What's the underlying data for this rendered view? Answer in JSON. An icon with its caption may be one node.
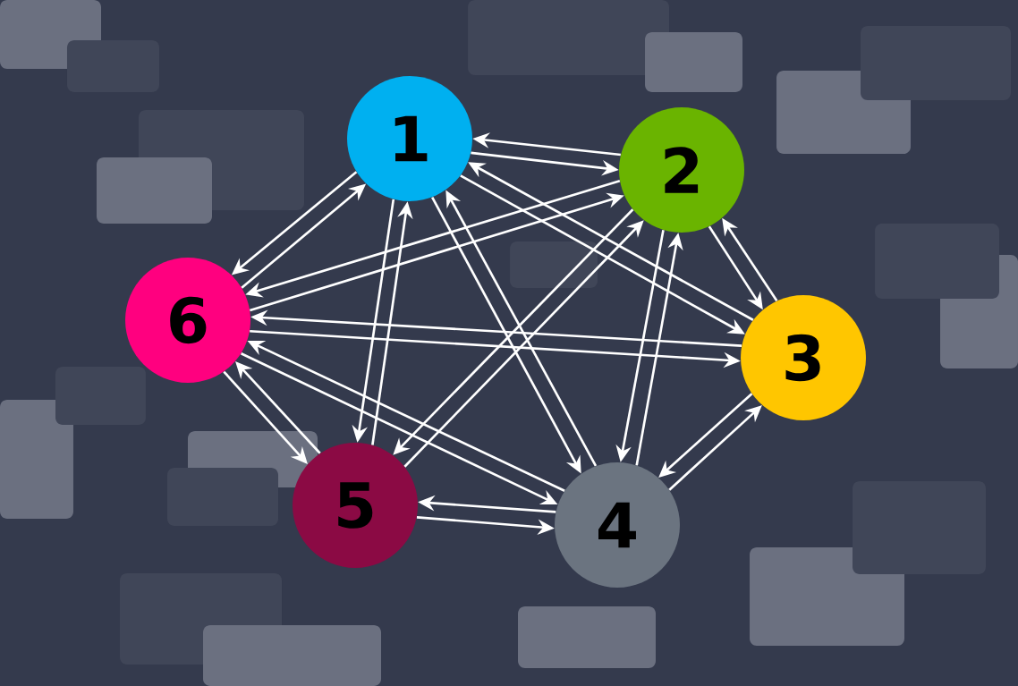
{
  "diagram": {
    "nodes": [
      {
        "text": [
          "1"
        ]
      },
      {
        "text": [
          "2"
        ]
      },
      {
        "text": [
          "3"
        ]
      },
      {
        "text": [
          "4"
        ]
      },
      {
        "text": [
          "5"
        ]
      },
      {
        "text": [
          "6"
        ]
      }
    ],
    "edges": [
      {
        "from": 0,
        "to": 1,
        "arrow": "to"
      },
      {
        "from": 1,
        "to": 0,
        "arrow": "to"
      },
      {
        "from": 0,
        "to": 2,
        "arrow": "to"
      },
      {
        "from": 2,
        "to": 0,
        "arrow": "to"
      },
      {
        "from": 0,
        "to": 3,
        "arrow": "to"
      },
      {
        "from": 3,
        "to": 0,
        "arrow": "to"
      },
      {
        "from": 0,
        "to": 4,
        "arrow": "to"
      },
      {
        "from": 4,
        "to": 0,
        "arrow": "to"
      },
      {
        "from": 0,
        "to": 5,
        "arrow": "to"
      },
      {
        "from": 5,
        "to": 0,
        "arrow": "to"
      },
      {
        "from": 1,
        "to": 2,
        "arrow": "to"
      },
      {
        "from": 2,
        "to": 1,
        "arrow": "to"
      },
      {
        "from": 1,
        "to": 3,
        "arrow": "to"
      },
      {
        "from": 3,
        "to": 1,
        "arrow": "to"
      },
      {
        "from": 1,
        "to": 4,
        "arrow": "to"
      },
      {
        "from": 4,
        "to": 1,
        "arrow": "to"
      },
      {
        "from": 1,
        "to": 5,
        "arrow": "to"
      },
      {
        "from": 5,
        "to": 1,
        "arrow": "to"
      },
      {
        "from": 2,
        "to": 3,
        "arrow": "to"
      },
      {
        "from": 3,
        "to": 2,
        "arrow": "to"
      },
      {
        "from": 2,
        "to": 5,
        "arrow": "to"
      },
      {
        "from": 5,
        "to": 2,
        "arrow": "to"
      },
      {
        "from": 3,
        "to": 4,
        "arrow": "to"
      },
      {
        "from": 4,
        "to": 3,
        "arrow": "to"
      },
      {
        "from": 3,
        "to": 5,
        "arrow": "to"
      },
      {
        "from": 5,
        "to": 3,
        "arrow": "to"
      },
      {
        "from": 4,
        "to": 5,
        "arrow": "to"
      },
      {
        "from": 5,
        "to": 4,
        "arrow": "to"
      }
    ]
  }
}
